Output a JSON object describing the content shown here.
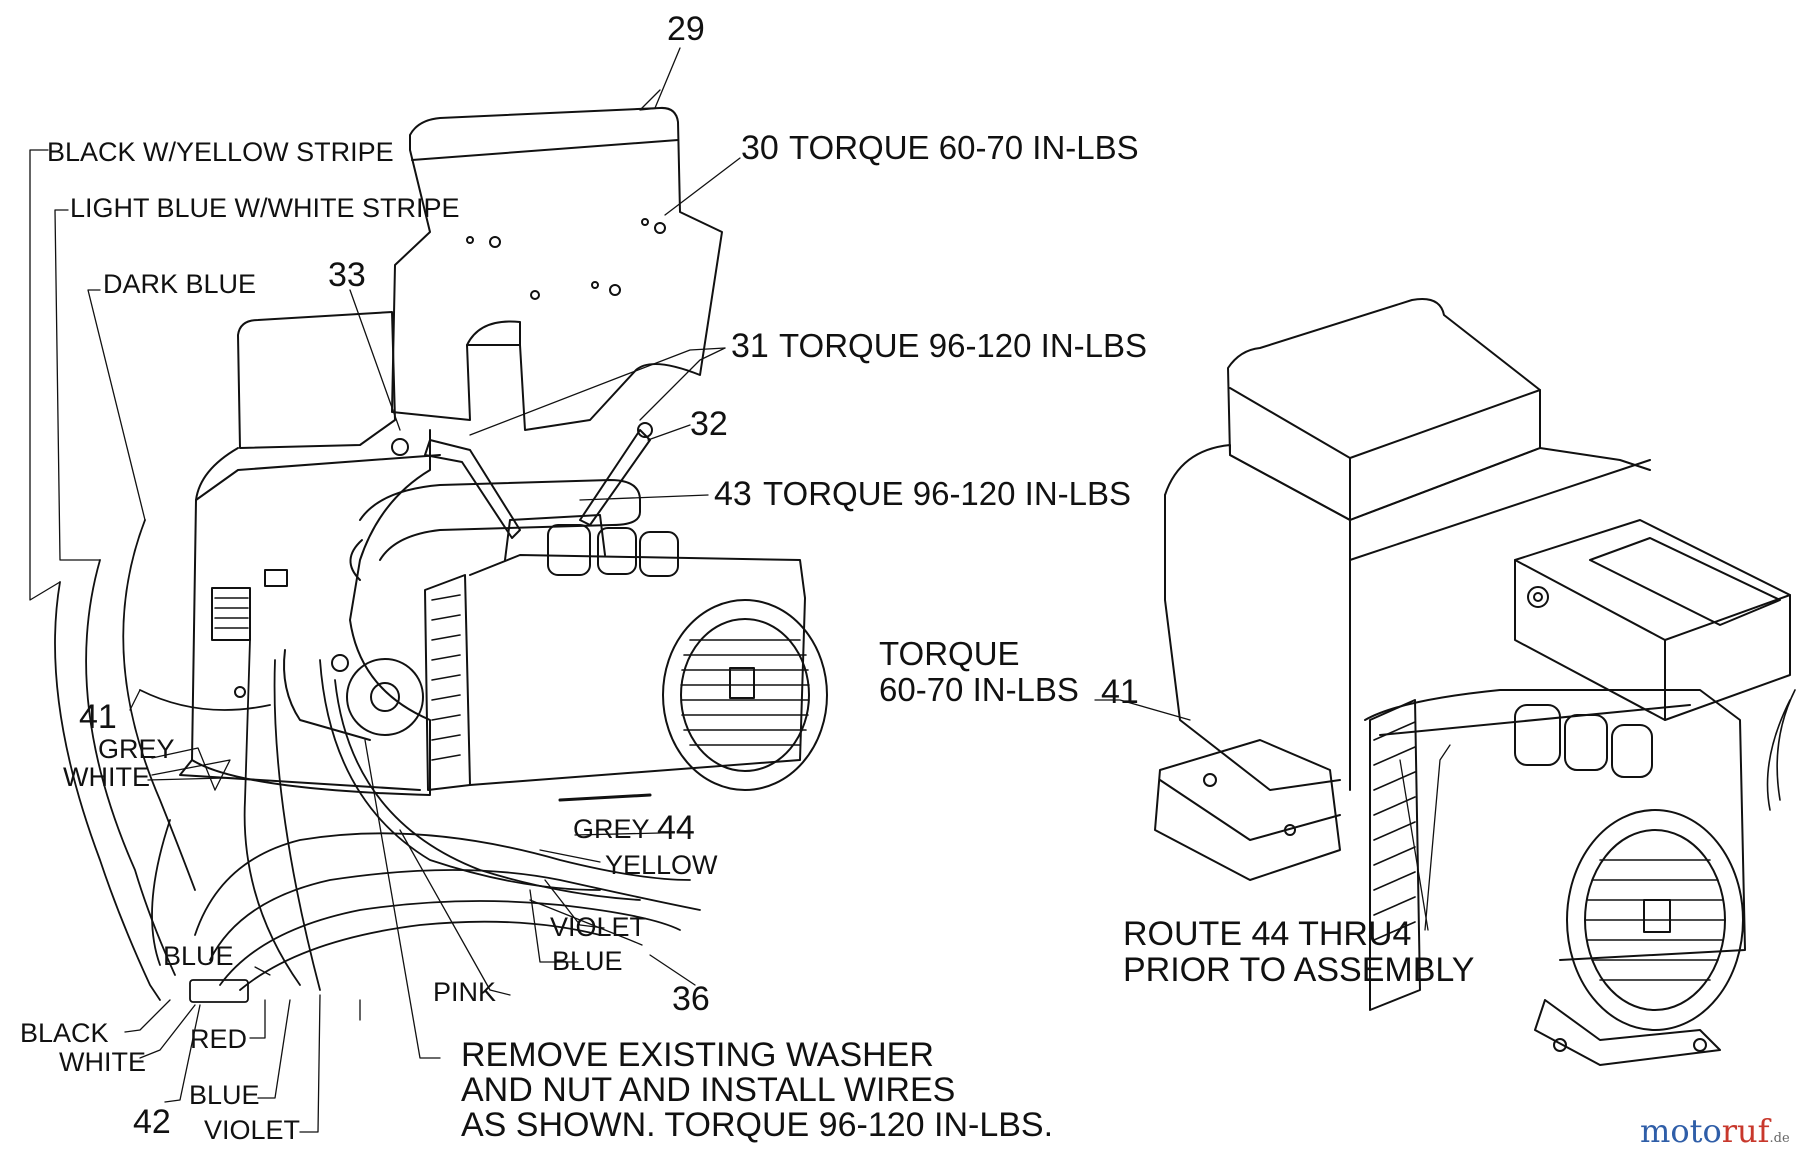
{
  "wire_labels": {
    "black_yellow": "BLACK W/YELLOW STRIPE",
    "lightblue_white": "LIGHT BLUE W/WHITE STRIPE",
    "dark_blue": "DARK BLUE",
    "grey_1": "GREY",
    "white_1": "WHITE",
    "grey_2": "GREY",
    "yellow": "YELLOW",
    "violet_1": "VIOLET",
    "blue_1": "BLUE",
    "pink": "PINK",
    "blue_2": "BLUE",
    "black": "BLACK",
    "white_2": "WHITE",
    "red": "RED",
    "blue_3": "BLUE",
    "violet_2": "VIOLET"
  },
  "part_callouts": {
    "p29": "29",
    "p30": "30",
    "p31": "31",
    "p32": "32",
    "p33": "33",
    "p43": "43",
    "p41_left": "41",
    "p44": "44",
    "p36": "36",
    "p42": "42",
    "p41_right": "41",
    "route_4": "4"
  },
  "torque_specs": {
    "t30": "TORQUE 60-70 IN-LBS",
    "t31": "TORQUE 96-120 IN-LBS",
    "t43": "TORQUE 96-120 IN-LBS",
    "t41_line1": "TORQUE",
    "t41_line2": "60-70 IN-LBS"
  },
  "notes": {
    "route_line1": "ROUTE 44 THRU",
    "route_line2": "PRIOR TO ASSEMBLY",
    "remove_line1": "REMOVE EXISTING WASHER",
    "remove_line2": "AND NUT AND INSTALL WIRES",
    "remove_line3": "AS SHOWN. TORQUE 96-120 IN-LBS."
  },
  "watermark": {
    "part_a": "moto",
    "part_b": "ruf",
    "part_c": ".de"
  },
  "colors": {
    "ink": "#111111",
    "background": "#ffffff",
    "logo_blue": "#2f5ea8",
    "logo_red": "#c8382c",
    "logo_suffix": "#666666"
  }
}
